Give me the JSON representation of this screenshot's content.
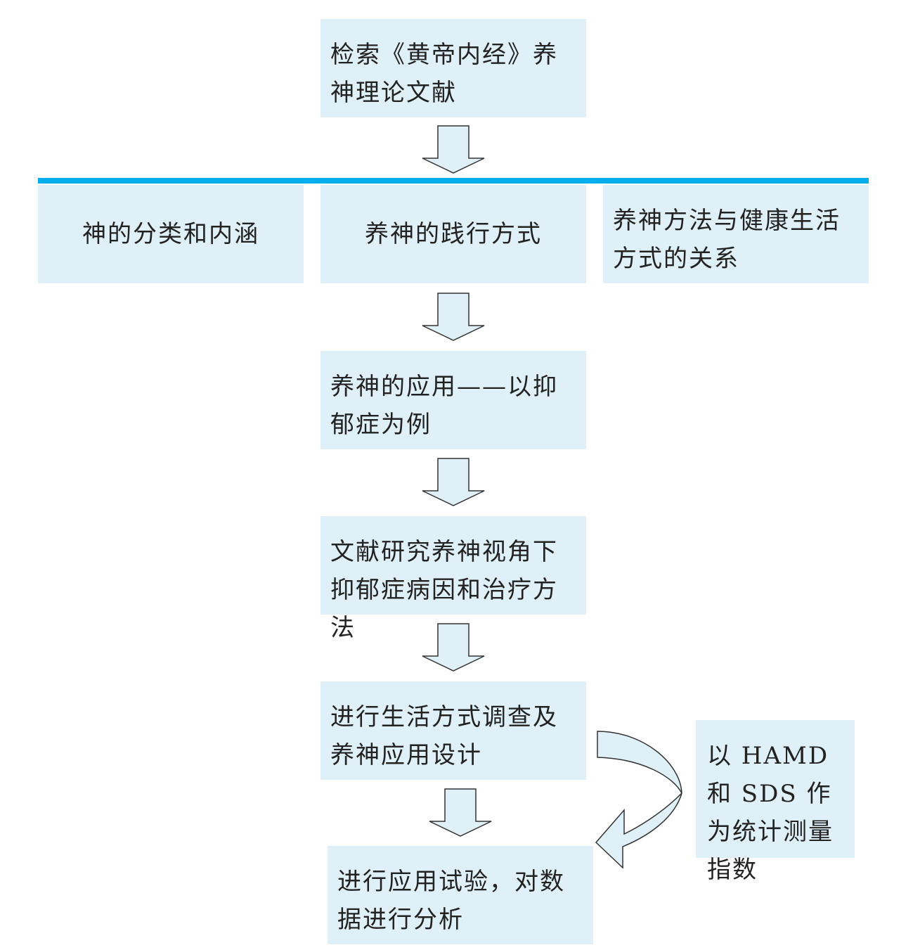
{
  "diagram": {
    "colors": {
      "box_fill": "#dff0f8",
      "divider": "#00aeef",
      "arrow_fill": "#dff0f8",
      "arrow_stroke": "#333333",
      "text": "#222222"
    },
    "step_retrieve": "检索《黄帝内经》养神理论文献",
    "branch_classification": "神的分类和内涵",
    "branch_practice": "养神的践行方式",
    "branch_relationship": "养神方法与健康生活方式的关系",
    "step_application": "养神的应用——以抑郁症为例",
    "step_literature": "文献研究养神视角下抑郁症病因和治疗方法",
    "step_survey": "进行生活方式调查及养神应用设计",
    "step_trial": "进行应用试验，对数据进行分析",
    "side_indicators": "以 HAMD 和 SDS 作为统计测量指数"
  }
}
